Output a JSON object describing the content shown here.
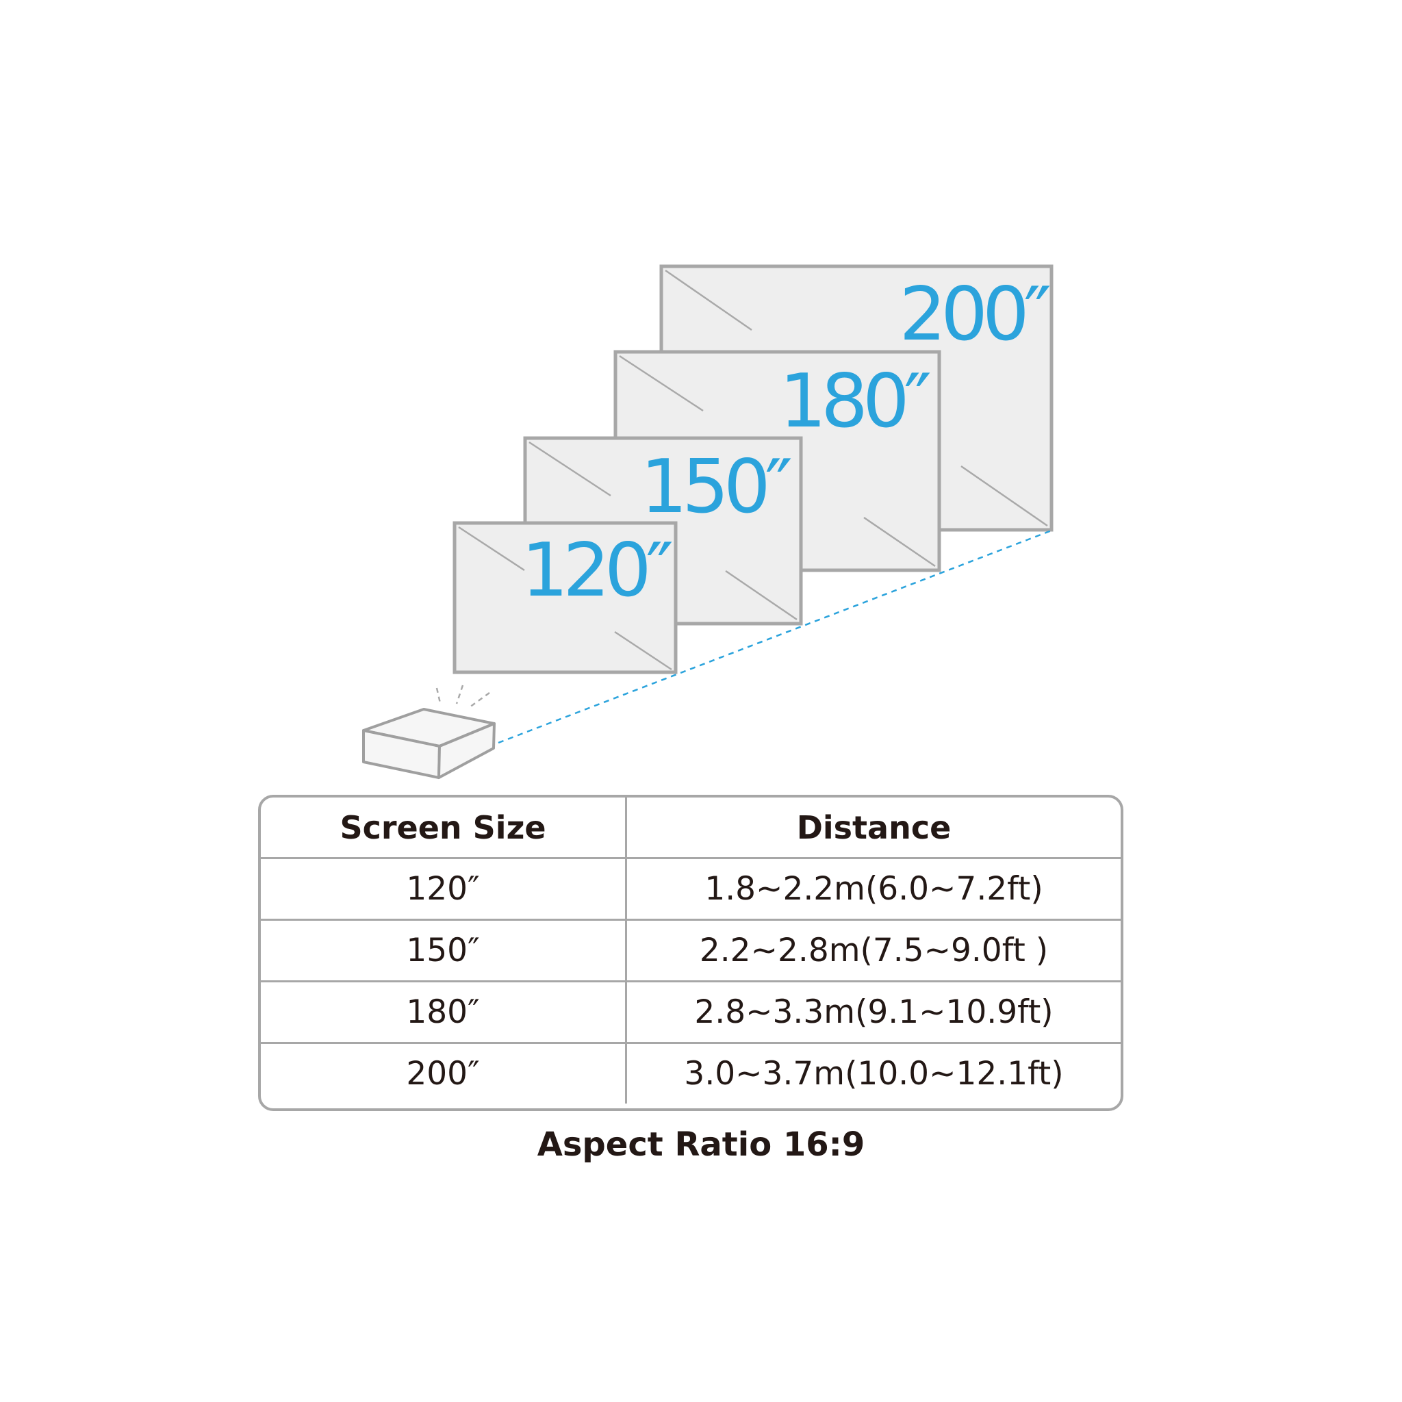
{
  "colors": {
    "accent": "#2ba3dc",
    "frame": "#a7a7a7",
    "screen_fill": "#eeeeee",
    "text": "#231815"
  },
  "screens": [
    {
      "label": "200″"
    },
    {
      "label": "180″"
    },
    {
      "label": "150″"
    },
    {
      "label": "120″"
    }
  ],
  "icons": {
    "projector": "projector-icon",
    "beam": "projection-beam"
  },
  "table": {
    "headers": [
      "Screen Size",
      "Distance"
    ],
    "rows": [
      {
        "size": "120″",
        "distance": "1.8~2.2m(6.0~7.2ft)"
      },
      {
        "size": "150″",
        "distance": "2.2~2.8m(7.5~9.0ft )"
      },
      {
        "size": "180″",
        "distance": "2.8~3.3m(9.1~10.9ft)"
      },
      {
        "size": "200″",
        "distance": "3.0~3.7m(10.0~12.1ft)"
      }
    ]
  },
  "footer": {
    "aspect_ratio": "Aspect Ratio 16:9"
  }
}
